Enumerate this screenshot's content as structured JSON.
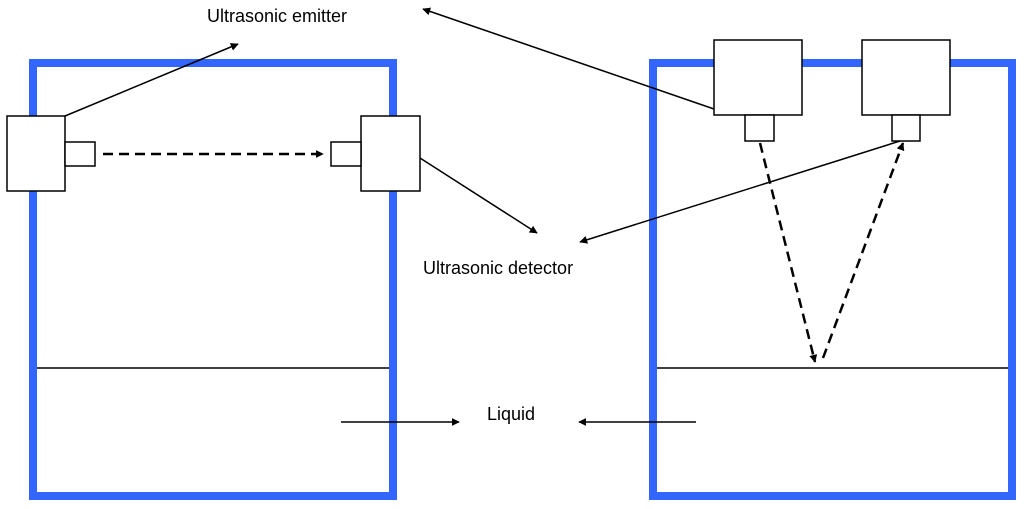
{
  "diagram": {
    "colors": {
      "tank": "#3366ff",
      "line": "#000000",
      "box_fill": "#ffffff"
    },
    "labels": {
      "emitter": "Ultrasonic emitter",
      "detector": "Ultrasonic detector",
      "liquid": "Liquid"
    },
    "panels": [
      {
        "name": "horizontal-transmission",
        "components": [
          "emitter",
          "detector"
        ],
        "beam": "dashed-horizontal"
      },
      {
        "name": "reflection-from-surface",
        "components": [
          "emitter",
          "detector"
        ],
        "beam": "dashed-reflected"
      }
    ]
  }
}
